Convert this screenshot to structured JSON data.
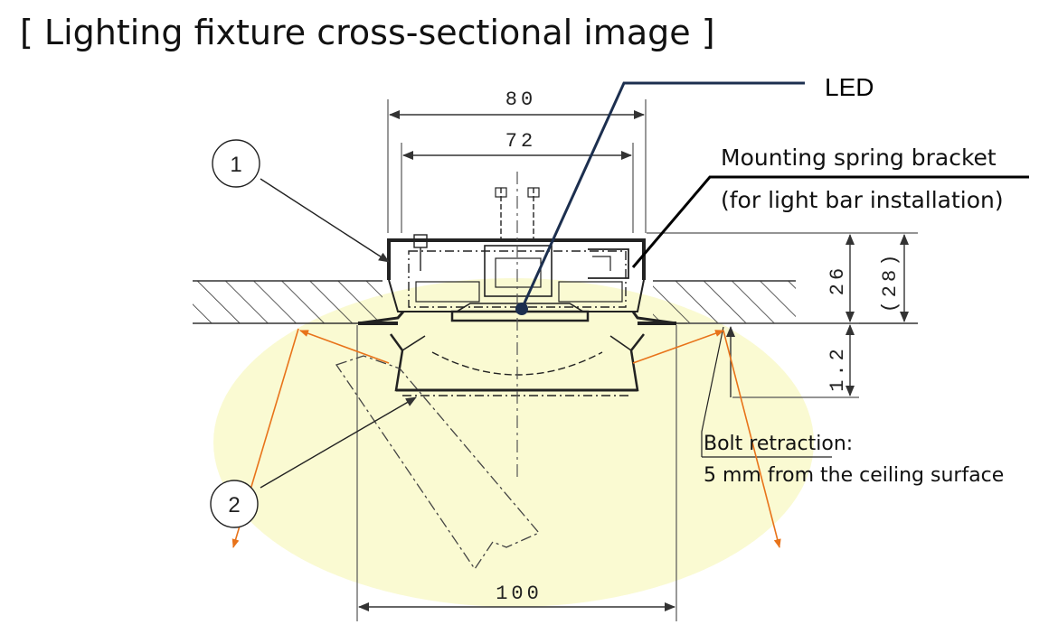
{
  "title": "[ Lighting fixture cross-sectional image ]",
  "dimensions": {
    "d80": "80",
    "d72": "72",
    "d26": "26",
    "d28": "(28)",
    "d12": "1.2",
    "d100": "100"
  },
  "labels": {
    "led": "LED",
    "bracket_line1": "Mounting spring bracket",
    "bracket_line2": "(for light bar installation)",
    "bolt_line1": "Bolt retraction:",
    "bolt_line2": "5 mm from the ceiling surface",
    "marker1": "1",
    "marker2": "2"
  },
  "colors": {
    "light_glow": "#fafad2",
    "arrow": "#e8731a",
    "leader": "#1c2f4f"
  }
}
